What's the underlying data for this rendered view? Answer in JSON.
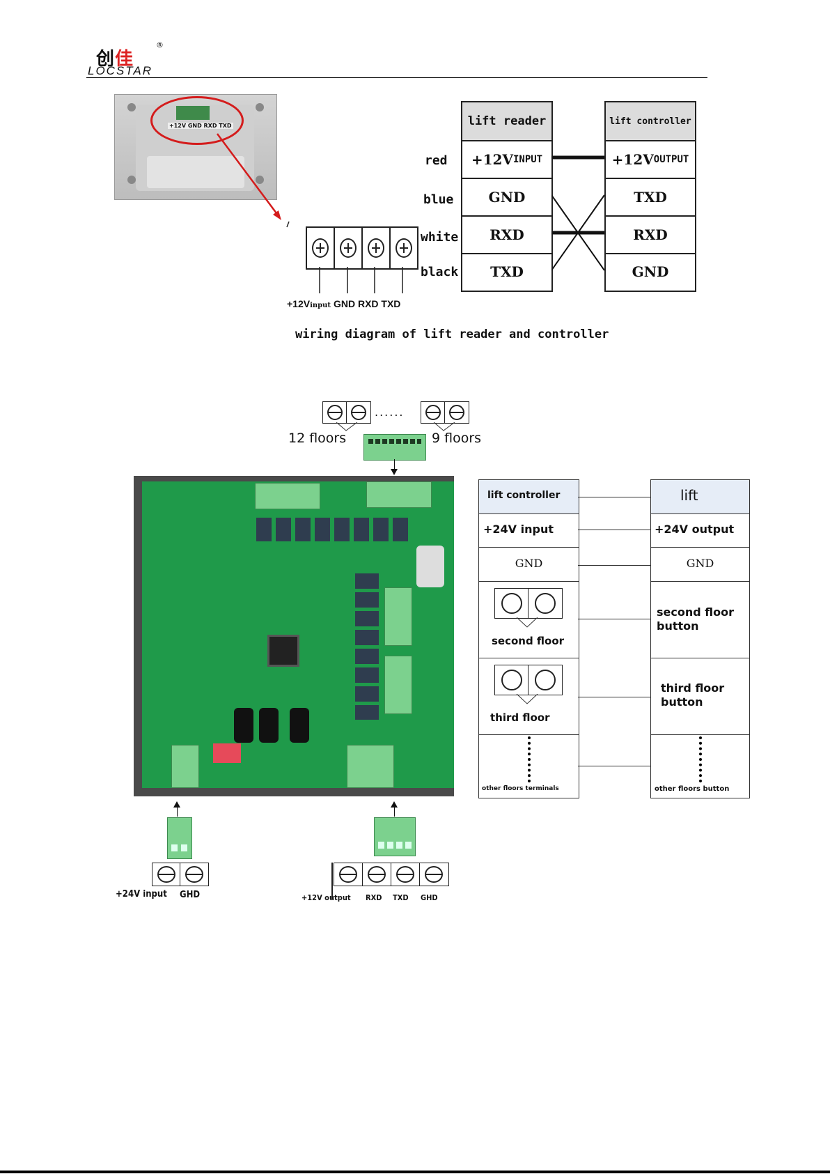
{
  "header": {
    "logo_cn_black1": "创",
    "logo_cn_red": "佳",
    "logo_registered": "®",
    "logo_en": "LOCSTAR"
  },
  "reader_photo": {
    "terminal_label": "+12V GND RXD TXD"
  },
  "reader_terminal": {
    "labels": [
      "+12V",
      "input",
      "GND",
      "RXD",
      "TXD"
    ]
  },
  "wiring_table": {
    "left_header": "lift reader",
    "right_header": "lift controller",
    "wire_colors": [
      "red",
      "blue",
      "white",
      "black"
    ],
    "left_rows": [
      {
        "big": "+12V",
        "small": "INPUT"
      },
      {
        "big": "GND",
        "small": ""
      },
      {
        "big": "RXD",
        "small": ""
      },
      {
        "big": "TXD",
        "small": ""
      }
    ],
    "right_rows": [
      {
        "big": "+12V",
        "small": "OUTPUT"
      },
      {
        "big": "TXD",
        "small": ""
      },
      {
        "big": "RXD",
        "small": ""
      },
      {
        "big": "GND",
        "small": ""
      }
    ],
    "caption": "wiring diagram of lift reader and controller"
  },
  "floor_terminals": {
    "dots": "......",
    "left_label": "12 floors",
    "right_label": "9 floors"
  },
  "controller_table": {
    "left": [
      "lift controller",
      "+24V input",
      "GND",
      "second floor",
      "third floor",
      "other floors terminals"
    ],
    "right": [
      "lift",
      "+24V output",
      "GND",
      "second floor button",
      "third floor button",
      "other floors button"
    ]
  },
  "power_terminal": {
    "labels": [
      "+24V input",
      "GHD"
    ]
  },
  "comm_terminal": {
    "labels": [
      "+12V output",
      "RXD",
      "TXD",
      "GHD"
    ]
  }
}
